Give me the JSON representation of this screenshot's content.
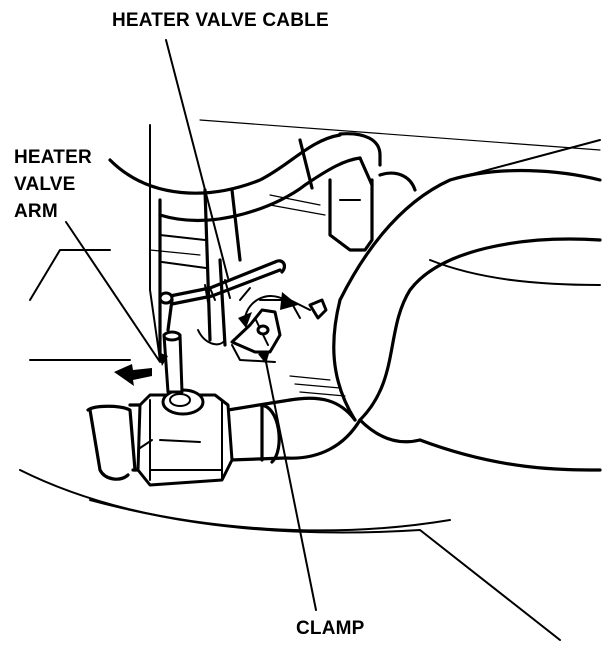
{
  "labels": {
    "heater_valve_cable": "HEATER VALVE CABLE",
    "heater_valve_arm": [
      "HEATER",
      "VALVE",
      "ARM"
    ],
    "clamp": "CLAMP"
  },
  "colors": {
    "ink": "#000000",
    "paper": "#ffffff"
  }
}
